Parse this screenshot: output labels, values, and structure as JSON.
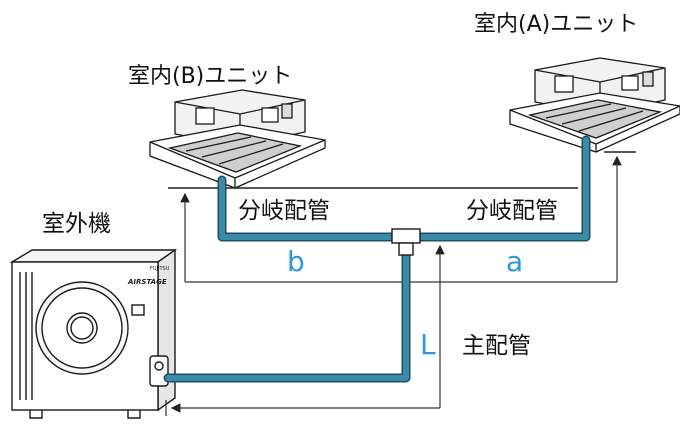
{
  "labels": {
    "indoor_a": "室内(A)ユニット",
    "indoor_b": "室内(B)ユニット",
    "outdoor": "室外機",
    "branch_left": "分岐配管",
    "branch_right": "分岐配管",
    "main_pipe": "主配管",
    "len_a": "a",
    "len_b": "b",
    "len_L": "L"
  },
  "brand": {
    "maker": "FUJITSU",
    "product": "AIRSTAGE"
  },
  "colors": {
    "pipe": "#3a8aa8",
    "pipe_dark": "#1f4f63",
    "length_label": "#2e9ad8",
    "unit_fill": "#ffffff",
    "unit_stroke": "#1a1a1a"
  }
}
